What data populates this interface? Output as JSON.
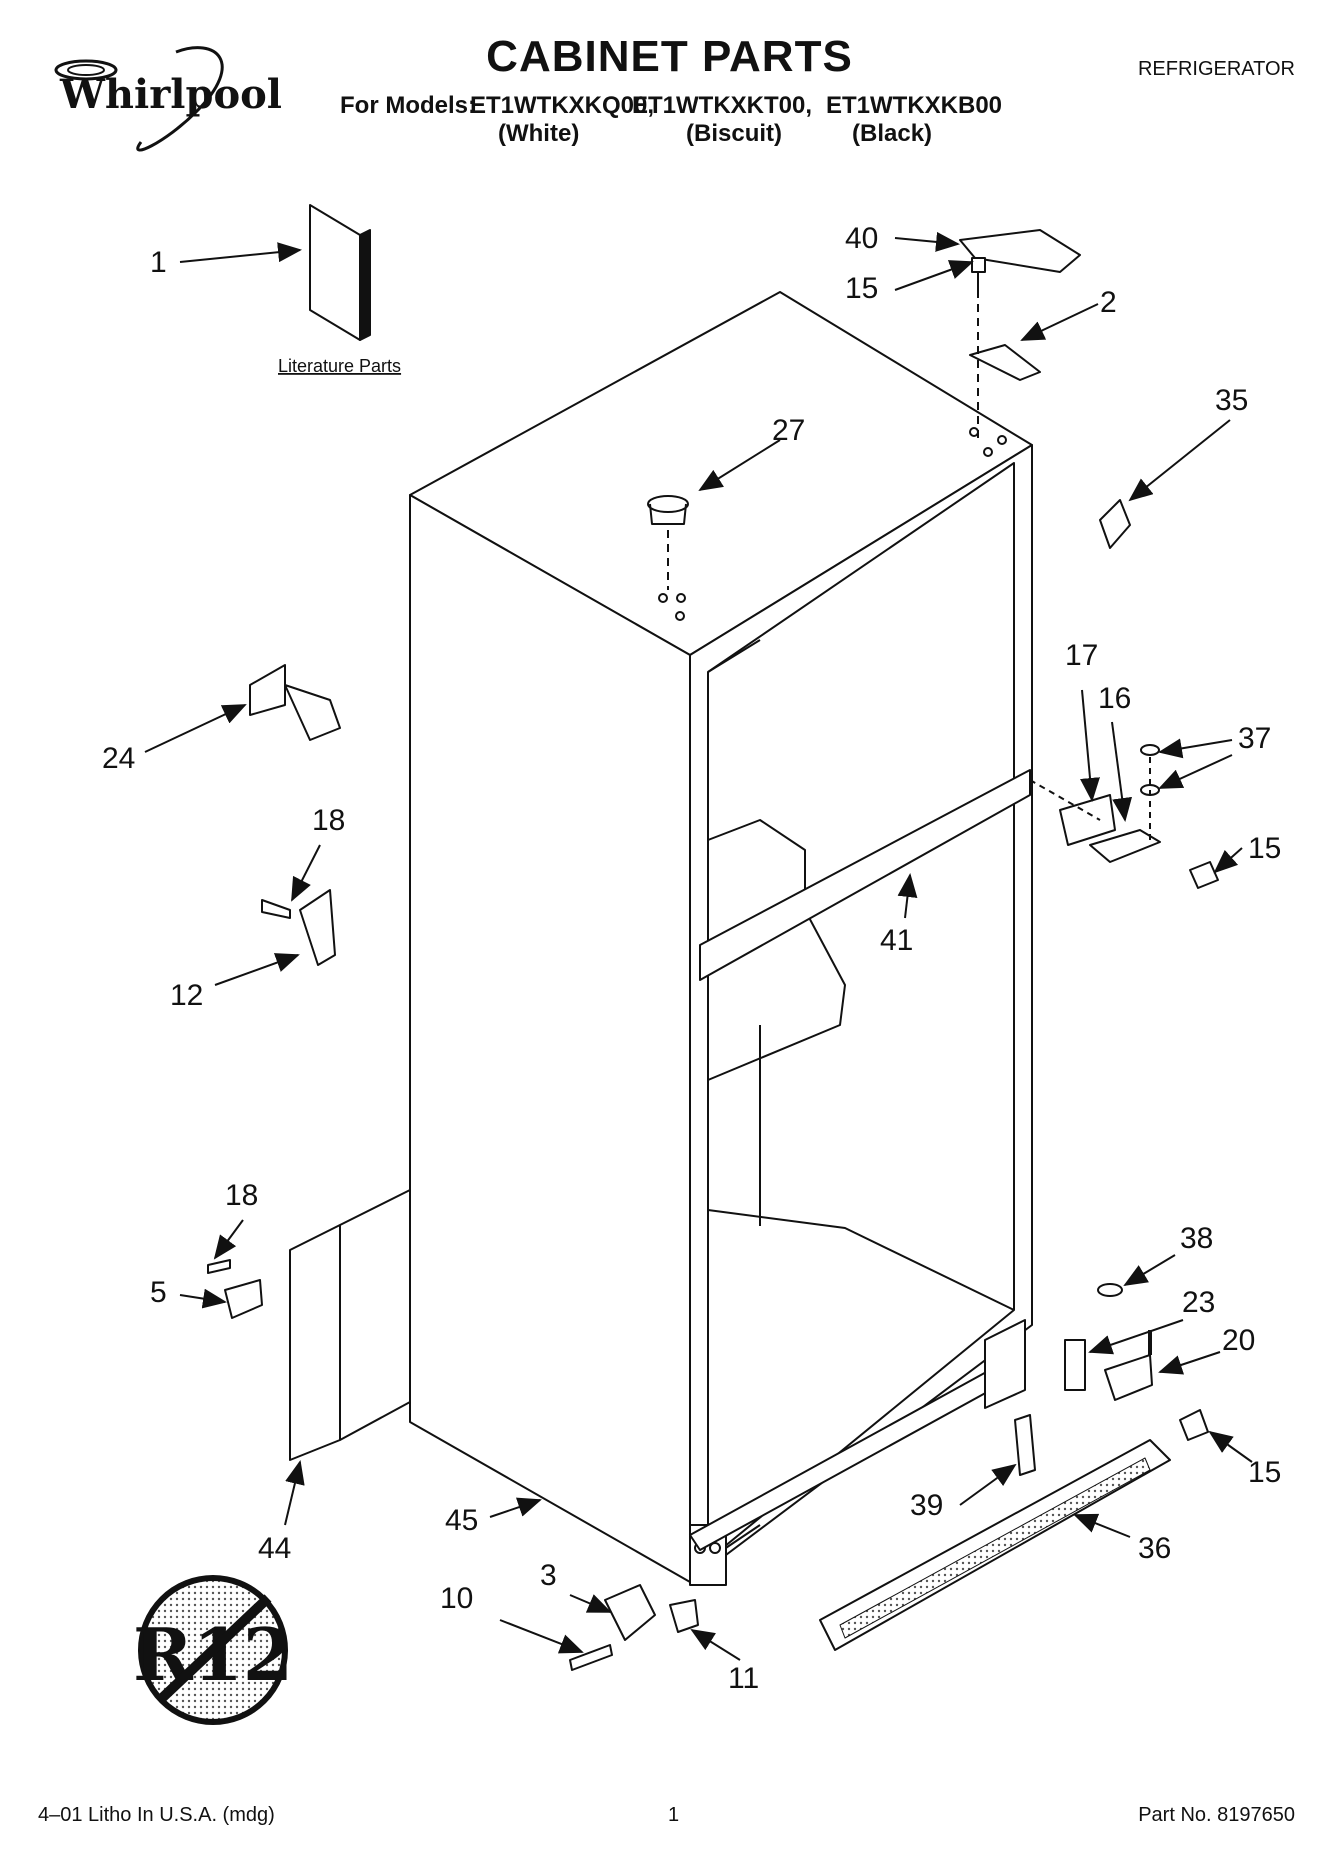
{
  "header": {
    "brand": "Whirlpool",
    "title": "CABINET PARTS",
    "appliance": "REFRIGERATOR",
    "models_label": "For Models:",
    "models": [
      "ET1WTKXKQ00,",
      "ET1WTKXKT00,",
      "ET1WTKXKB00"
    ],
    "colors": [
      "(White)",
      "(Biscuit)",
      "(Black)"
    ]
  },
  "diagram": {
    "literature_label": "Literature Parts",
    "refrigerant_badge": "R12",
    "callouts": [
      "1",
      "40",
      "15",
      "2",
      "35",
      "27",
      "24",
      "17",
      "16",
      "37",
      "15",
      "18",
      "41",
      "12",
      "18",
      "38",
      "5",
      "23",
      "20",
      "15",
      "39",
      "36",
      "45",
      "44",
      "3",
      "10",
      "11"
    ]
  },
  "footer": {
    "left": "4–01 Litho In U.S.A. (mdg)",
    "page": "1",
    "part_no": "Part No. 8197650"
  }
}
